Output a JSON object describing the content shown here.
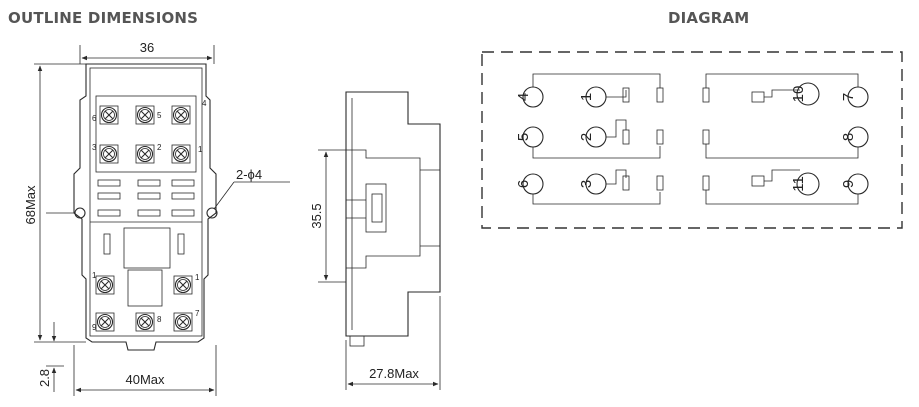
{
  "headings": {
    "outline": "OUTLINE DIMENSIONS",
    "diagram": "DIAGRAM"
  },
  "front_view": {
    "width_top": "36",
    "height": "68Max",
    "hole": "2-ϕ4",
    "offset": "2.8",
    "width_bottom": "40Max",
    "terminal_labels": [
      "4",
      "5",
      "6",
      "3",
      "2",
      "1",
      "1",
      "1",
      "9",
      "8",
      "7"
    ]
  },
  "side_view": {
    "rail_height": "35.5",
    "depth": "27.8Max"
  },
  "diagram": {
    "pins_left": [
      "4",
      "5",
      "6"
    ],
    "pins_mid": [
      "1",
      "2",
      "3"
    ],
    "pins_right_inner": [
      "10",
      "11"
    ],
    "pins_right_outer": [
      "7",
      "8",
      "9"
    ]
  }
}
